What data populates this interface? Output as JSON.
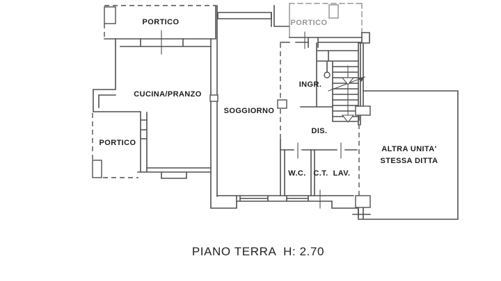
{
  "plan": {
    "caption": "PIANO TERRA  H: 2.70",
    "rooms": {
      "portico_top": "PORTICO",
      "portico_right": "PORTICO",
      "portico_left": "PORTICO",
      "cucina_pranzo": "CUCINA/PRANZO",
      "soggiorno": "SOGGIORNO",
      "ingresso": "INGR.",
      "disimpegno": "DIS.",
      "wc": "W.C.",
      "ct": "C.T.",
      "lav": "LAV.",
      "altra_unita_line1": "ALTRA UNITA'",
      "altra_unita_line2": "STESSA DITTA"
    },
    "colors": {
      "wall": "#4f4f4f",
      "portico_gray": "#979797",
      "label": "#1c1c1c",
      "caption": "#222222",
      "background": "#ffffff"
    }
  }
}
